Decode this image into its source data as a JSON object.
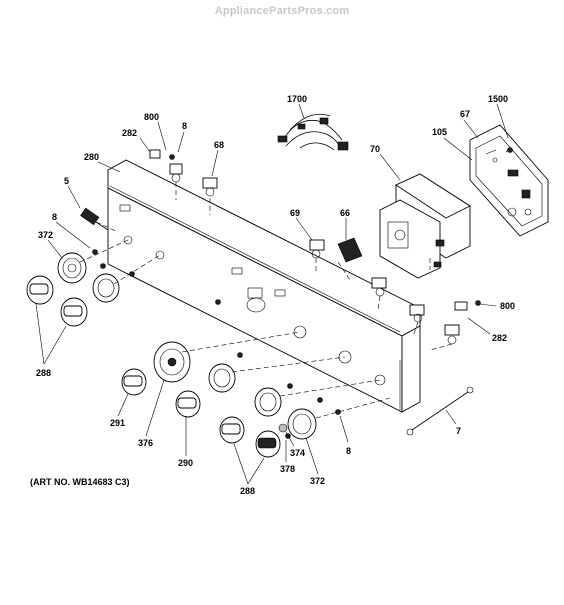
{
  "watermark": "AppliancePartsPros.com",
  "caption": "(ART NO. WB14683 C3)",
  "callouts": {
    "c800a": "800",
    "c8a": "8",
    "c282a": "282",
    "c68": "68",
    "c280": "280",
    "c1700": "1700",
    "c1500": "1500",
    "c67": "67",
    "c105": "105",
    "c70": "70",
    "c5": "5",
    "c8b": "8",
    "c372a": "372",
    "c69": "69",
    "c66": "66",
    "c800b": "800",
    "c282b": "282",
    "c288a": "288",
    "c291": "291",
    "c376": "376",
    "c290": "290",
    "c374": "374",
    "c378": "378",
    "c372b": "372",
    "c8c": "8",
    "c7": "7",
    "c288b": "288"
  },
  "parts": {
    "backsplash": "control-panel-backsplash",
    "harness": "wire-harness",
    "board": "control-board",
    "module": "igniter-module"
  }
}
